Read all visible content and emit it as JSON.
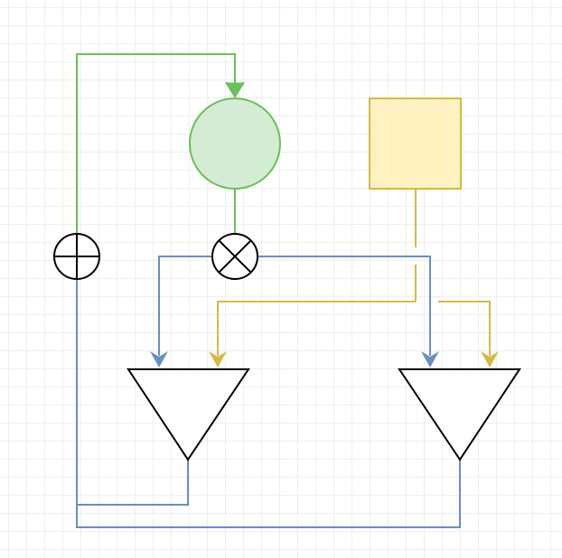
{
  "diagram": {
    "colors": {
      "green_stroke": "#6ac05a",
      "green_fill": "#d5ecd4",
      "yellow_stroke": "#d6b84a",
      "yellow_fill": "#fff2c0",
      "blue_stroke": "#6c8ebf",
      "black_stroke": "#000000",
      "background": "#ffffff",
      "grid": "#eeeeee"
    },
    "nodes": [
      {
        "id": "circle",
        "shape": "circle",
        "color": "green"
      },
      {
        "id": "square",
        "shape": "square",
        "color": "yellow"
      },
      {
        "id": "sum-junction",
        "shape": "circle-plus",
        "symbol": "sum"
      },
      {
        "id": "multiply-junction",
        "shape": "circle-cross",
        "symbol": "multiply"
      },
      {
        "id": "amplifier-left",
        "shape": "triangle-down"
      },
      {
        "id": "amplifier-right",
        "shape": "triangle-down"
      }
    ]
  }
}
